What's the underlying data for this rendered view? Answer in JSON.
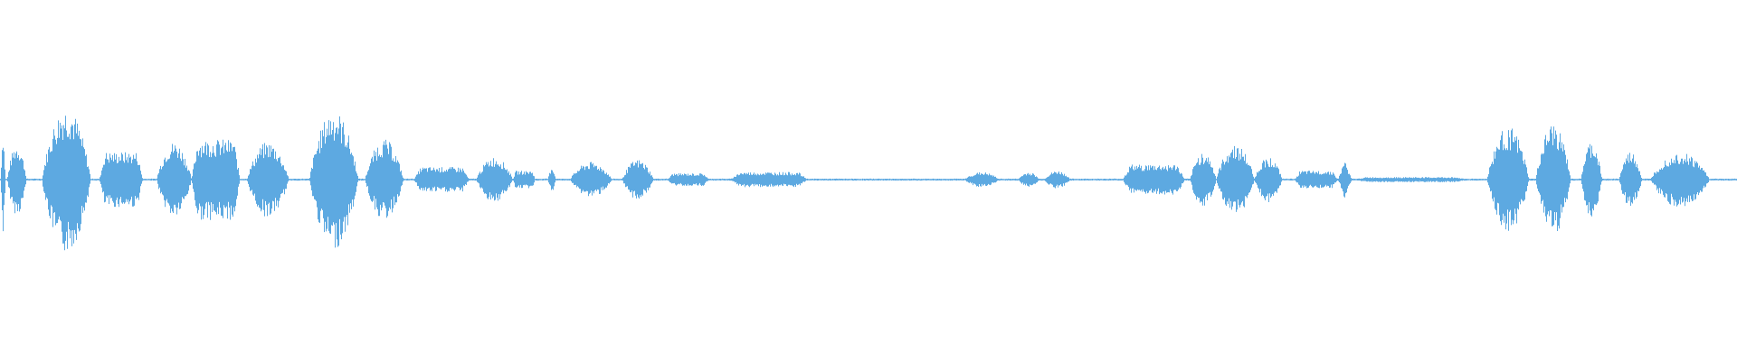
{
  "waveform": {
    "color": "#5DA9E1",
    "background": "#ffffff",
    "duration_fraction_segments": [
      {
        "start": 0.0,
        "end": 0.003,
        "peak": 0.45,
        "shape": "spike"
      },
      {
        "start": 0.004,
        "end": 0.015,
        "peak": 0.28,
        "shape": "bell"
      },
      {
        "start": 0.024,
        "end": 0.052,
        "peak": 0.58,
        "shape": "bell"
      },
      {
        "start": 0.057,
        "end": 0.082,
        "peak": 0.22,
        "shape": "flat"
      },
      {
        "start": 0.09,
        "end": 0.11,
        "peak": 0.3,
        "shape": "bell"
      },
      {
        "start": 0.11,
        "end": 0.138,
        "peak": 0.32,
        "shape": "flat"
      },
      {
        "start": 0.142,
        "end": 0.166,
        "peak": 0.3,
        "shape": "bell"
      },
      {
        "start": 0.178,
        "end": 0.206,
        "peak": 0.55,
        "shape": "bell"
      },
      {
        "start": 0.21,
        "end": 0.232,
        "peak": 0.32,
        "shape": "bell"
      },
      {
        "start": 0.238,
        "end": 0.27,
        "peak": 0.1,
        "shape": "flat"
      },
      {
        "start": 0.274,
        "end": 0.295,
        "peak": 0.18,
        "shape": "bell"
      },
      {
        "start": 0.295,
        "end": 0.308,
        "peak": 0.07,
        "shape": "flat"
      },
      {
        "start": 0.315,
        "end": 0.32,
        "peak": 0.12,
        "shape": "spike"
      },
      {
        "start": 0.328,
        "end": 0.352,
        "peak": 0.14,
        "shape": "bell"
      },
      {
        "start": 0.358,
        "end": 0.376,
        "peak": 0.16,
        "shape": "bell"
      },
      {
        "start": 0.384,
        "end": 0.408,
        "peak": 0.05,
        "shape": "flat"
      },
      {
        "start": 0.42,
        "end": 0.465,
        "peak": 0.06,
        "shape": "flat"
      },
      {
        "start": 0.555,
        "end": 0.575,
        "peak": 0.06,
        "shape": "bell"
      },
      {
        "start": 0.586,
        "end": 0.598,
        "peak": 0.06,
        "shape": "bell"
      },
      {
        "start": 0.601,
        "end": 0.616,
        "peak": 0.07,
        "shape": "bell"
      },
      {
        "start": 0.646,
        "end": 0.682,
        "peak": 0.12,
        "shape": "flat"
      },
      {
        "start": 0.685,
        "end": 0.7,
        "peak": 0.22,
        "shape": "bell"
      },
      {
        "start": 0.7,
        "end": 0.722,
        "peak": 0.28,
        "shape": "bell"
      },
      {
        "start": 0.722,
        "end": 0.738,
        "peak": 0.18,
        "shape": "bell"
      },
      {
        "start": 0.745,
        "end": 0.77,
        "peak": 0.07,
        "shape": "flat"
      },
      {
        "start": 0.77,
        "end": 0.778,
        "peak": 0.16,
        "shape": "spike"
      },
      {
        "start": 0.778,
        "end": 0.846,
        "peak": 0.02,
        "shape": "flat"
      },
      {
        "start": 0.856,
        "end": 0.88,
        "peak": 0.42,
        "shape": "bell"
      },
      {
        "start": 0.884,
        "end": 0.904,
        "peak": 0.44,
        "shape": "bell"
      },
      {
        "start": 0.91,
        "end": 0.922,
        "peak": 0.3,
        "shape": "bell"
      },
      {
        "start": 0.932,
        "end": 0.945,
        "peak": 0.22,
        "shape": "bell"
      },
      {
        "start": 0.95,
        "end": 0.984,
        "peak": 0.22,
        "shape": "bell"
      }
    ]
  }
}
